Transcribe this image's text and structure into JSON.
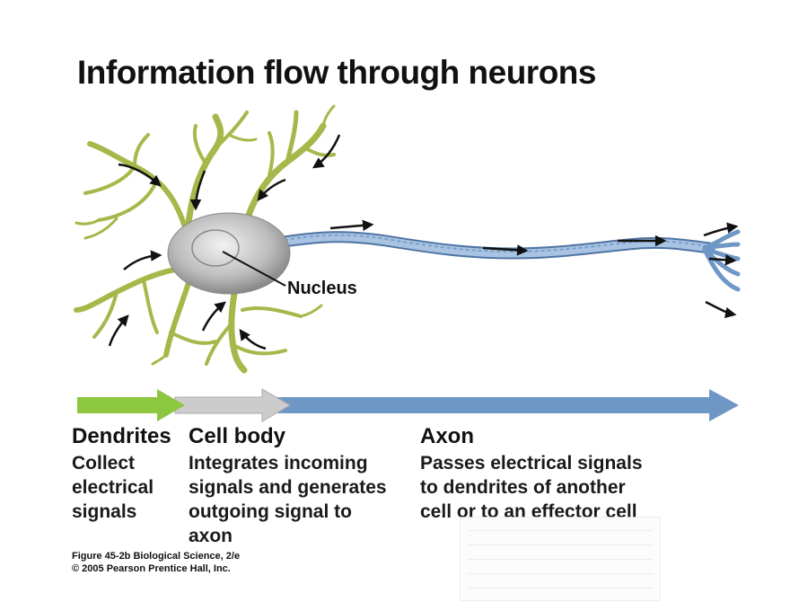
{
  "title": "Information flow through neurons",
  "labels": {
    "nucleus": "Nucleus"
  },
  "sections": [
    {
      "heading": "Dendrites",
      "text": "Collect\nelectrical\nsignals",
      "color": "#8dc63f"
    },
    {
      "heading": "Cell body",
      "text": "Integrates incoming\nsignals and generates\noutgoing signal to\naxon",
      "color": "#cccccc"
    },
    {
      "heading": "Axon",
      "text": "Passes electrical signals\nto dendrites of another\ncell or to an effector cell",
      "color": "#6f97c6"
    }
  ],
  "credit": {
    "line1": "Figure 45-2b Biological Science, 2/e",
    "line2": "© 2005 Pearson Prentice Hall, Inc."
  },
  "colors": {
    "dendrite": "#a6b84a",
    "dendrite_dark": "#6e7f23",
    "cell_body": "#bdbdbd",
    "axon": "#8fb0d6",
    "axon_dark": "#4e74a3",
    "arrow_green": "#8dc63f",
    "arrow_gray": "#cccccc",
    "arrow_blue": "#6f97c6"
  }
}
